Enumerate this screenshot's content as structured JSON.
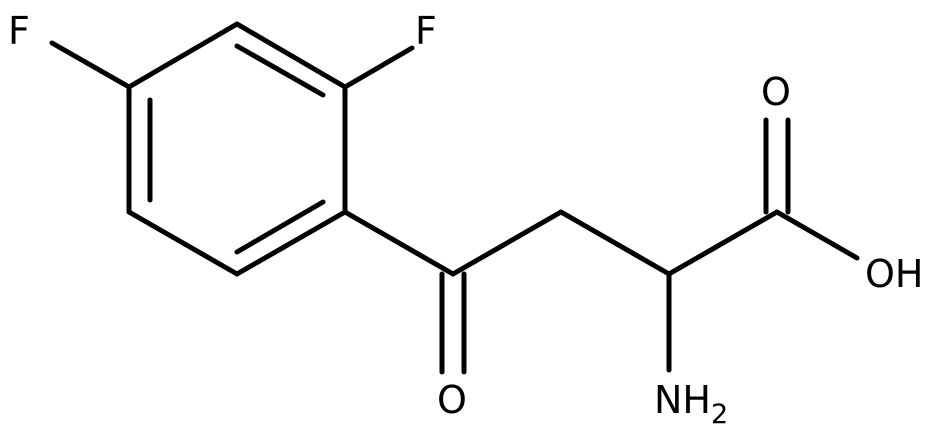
{
  "molecule": {
    "atoms": {
      "f_para": "F",
      "f_ortho": "F",
      "o_ketone": "O",
      "o_carbonyl": "O",
      "o_hydroxyl": "OH",
      "n_amine": "NH",
      "n_amine_subscript": "2"
    },
    "bond_color": "#000000",
    "background": "#ffffff"
  }
}
